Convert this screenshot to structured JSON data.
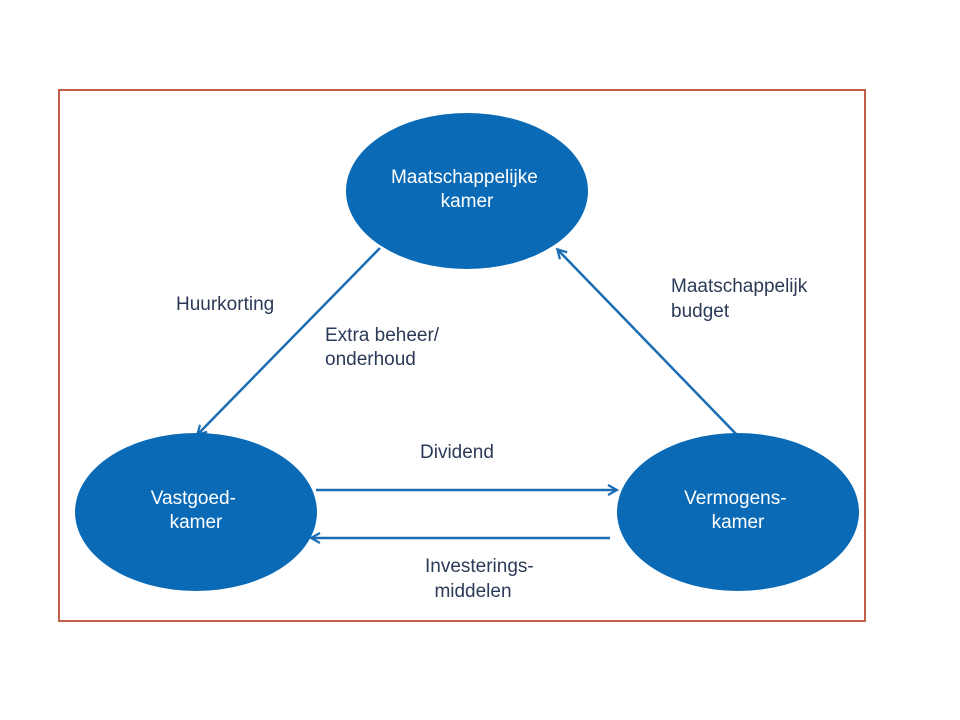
{
  "colors": {
    "node_fill": "#0a6ab5",
    "arrow": "#1a6db3",
    "frame_border": "#c0604a",
    "label_text": "#2b3a57"
  },
  "nodes": {
    "maatschappelijke_kamer": [
      "Maatschappelijke",
      "kamer"
    ],
    "vastgoed_kamer": [
      "Vastgoed-",
      "kamer"
    ],
    "vermogens_kamer": [
      "Vermogens-",
      "kamer"
    ]
  },
  "edges": {
    "huurkorting": [
      "Huurkorting"
    ],
    "extra_beheer": [
      "Extra beheer/",
      "onderhoud"
    ],
    "maatschappelijk_budget": [
      "Maatschappelijk",
      "budget"
    ],
    "dividend": [
      "Dividend"
    ],
    "investeringsmiddelen": [
      "Investerings-",
      "middelen"
    ]
  }
}
